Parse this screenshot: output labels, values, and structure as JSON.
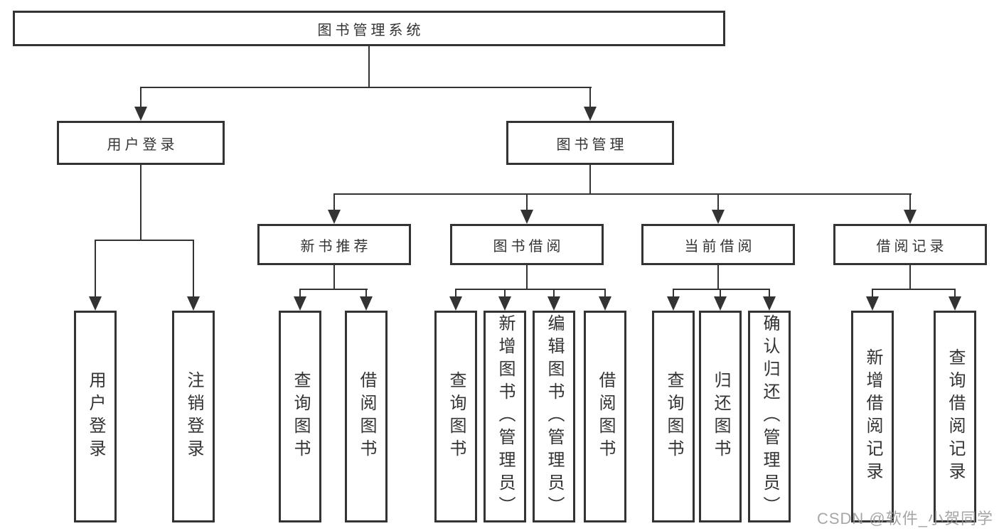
{
  "diagram": {
    "root": {
      "label": "图书管理系统"
    },
    "level2": [
      {
        "label": "用户登录"
      },
      {
        "label": "图书管理"
      }
    ],
    "level3": [
      {
        "label": "新书推荐"
      },
      {
        "label": "图书借阅"
      },
      {
        "label": "当前借阅"
      },
      {
        "label": "借阅记录"
      }
    ],
    "leaves": [
      {
        "label": "用户登录"
      },
      {
        "label": "注销登录"
      },
      {
        "label": "查询图书"
      },
      {
        "label": "借阅图书"
      },
      {
        "label": "查询图书"
      },
      {
        "label": "新增图书（管理员）"
      },
      {
        "label": "编辑图书（管理员）"
      },
      {
        "label": "借阅图书"
      },
      {
        "label": "查询图书"
      },
      {
        "label": "归还图书"
      },
      {
        "label": "确认归还（管理员）"
      },
      {
        "label": "新增借阅记录"
      },
      {
        "label": "查询借阅记录"
      }
    ]
  },
  "watermark": "CSDN @软件_小贺同学",
  "colors": {
    "line": "#333333",
    "text": "#333333",
    "background": "#ffffff",
    "watermark": "#969696"
  }
}
